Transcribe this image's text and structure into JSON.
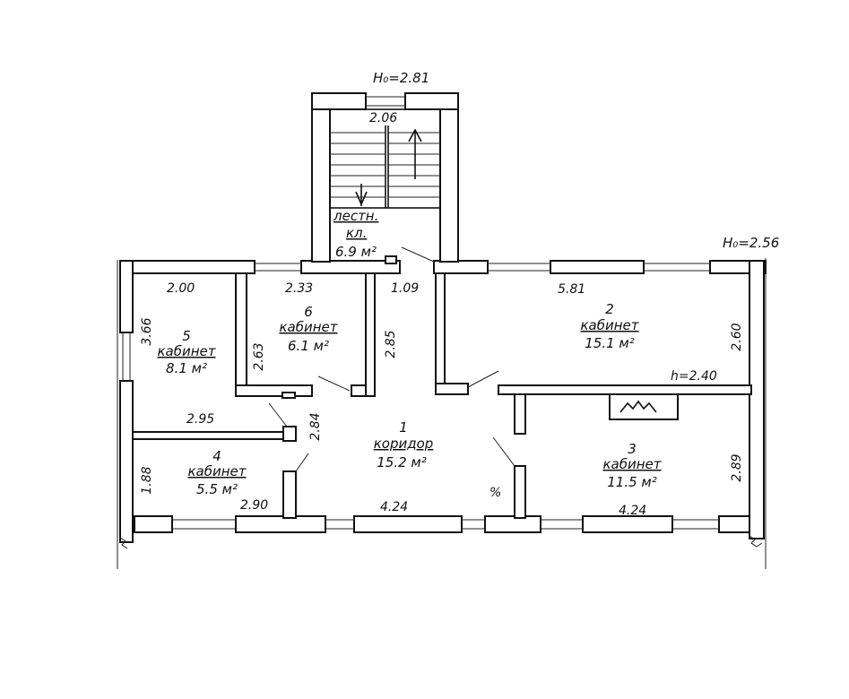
{
  "heights": {
    "stair_h0": "H₀=2.81",
    "main_h0": "H₀=2.56",
    "room3_h": "h=2.40"
  },
  "rooms": [
    {
      "number": "1",
      "name": "коридор",
      "area": "15.2 м²"
    },
    {
      "number": "2",
      "name": "кабинет",
      "area": "15.1 м²"
    },
    {
      "number": "3",
      "name": "кабинет",
      "area": "11.5 м²"
    },
    {
      "number": "4",
      "name": "кабинет",
      "area": "5.5 м²"
    },
    {
      "number": "5",
      "name": "кабинет",
      "area": "8.1 м²"
    },
    {
      "number": "6",
      "name": "кабинет",
      "area": "6.1 м²"
    }
  ],
  "stair": {
    "name_line1": "лестн.",
    "name_line2": "кл.",
    "area": "6.9 м²",
    "width": "2.06"
  },
  "dimensions": {
    "d_200": "2.00",
    "d_233": "2.33",
    "d_109": "1.09",
    "d_581": "5.81",
    "d_366": "3.66",
    "d_263": "2.63",
    "d_285": "2.85",
    "d_260": "2.60",
    "d_295": "2.95",
    "d_284": "2.84",
    "d_188": "1.88",
    "d_290": "2.90",
    "d_424a": "4.24",
    "d_424b": "4.24",
    "d_289": "2.89"
  },
  "misc": {
    "stamp": "%"
  }
}
